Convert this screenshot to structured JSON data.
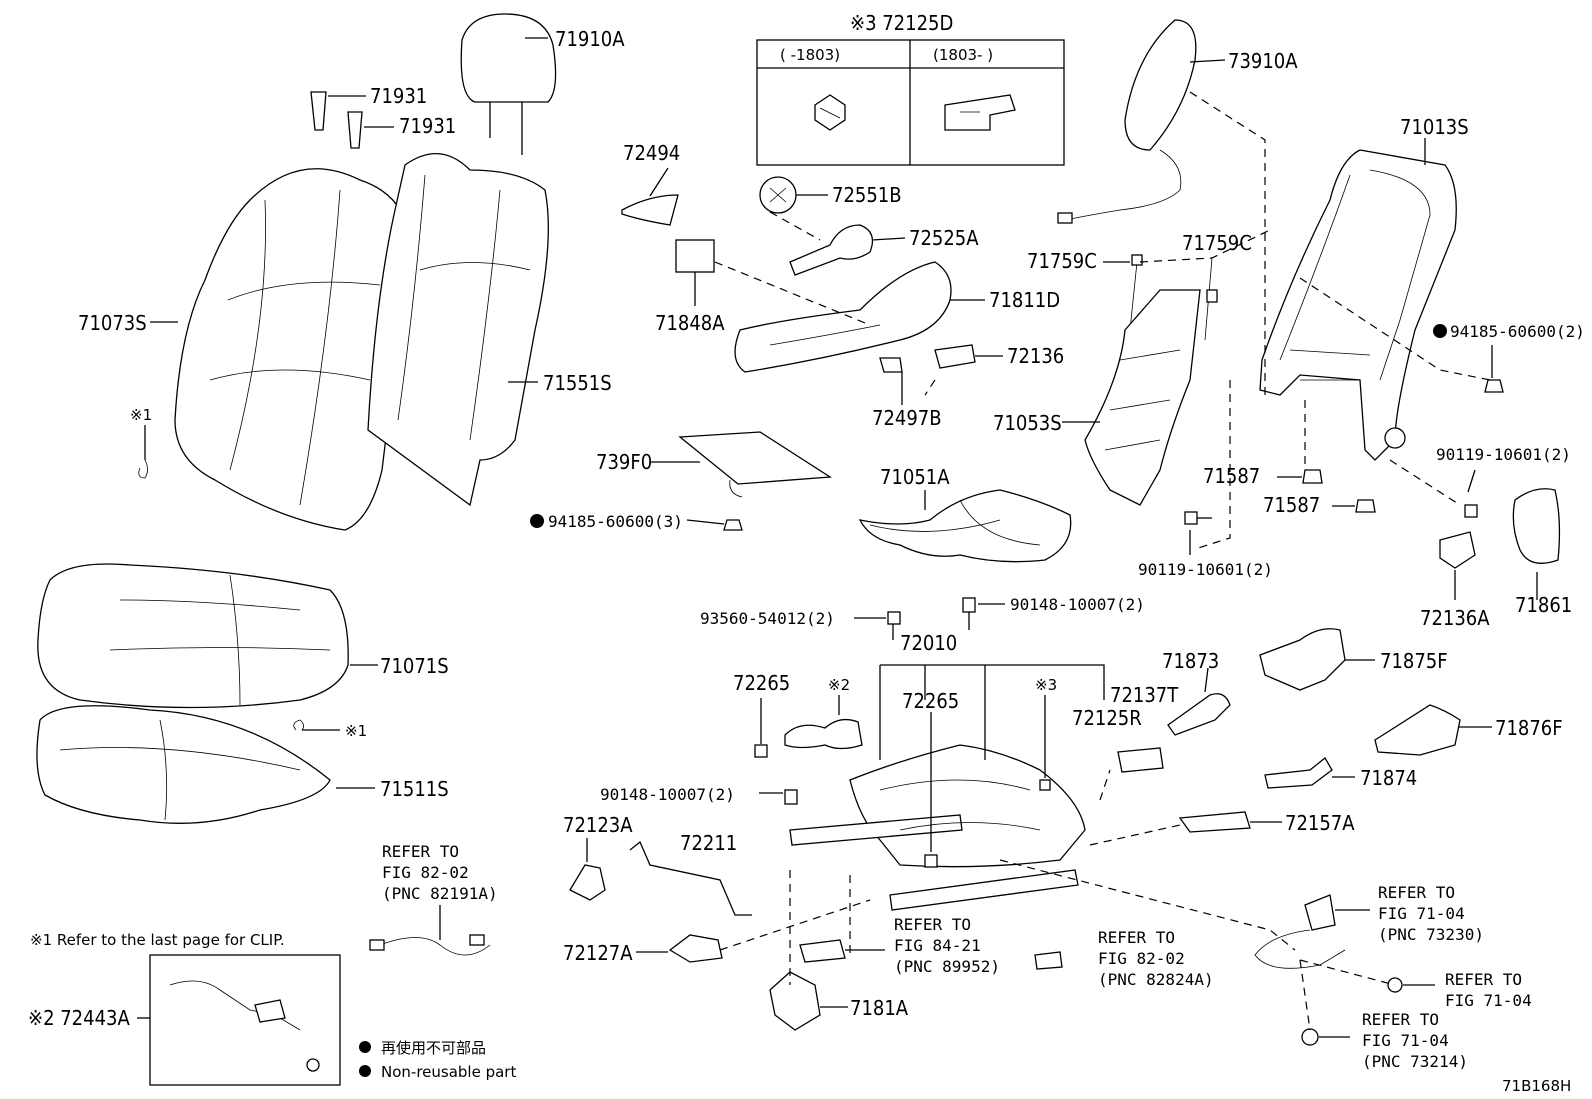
{
  "parts": {
    "p71910A": "71910A",
    "p71931a": "71931",
    "p71931b": "71931",
    "p71073S": "71073S",
    "p71551S": "71551S",
    "p71071S": "71071S",
    "p71511S": "71511S",
    "p72125D": "※3 72125D",
    "tbl_h1": "(    -1803)",
    "tbl_h2": "(1803-    )",
    "p72494": "72494",
    "p72551B": "72551B",
    "p72525A": "72525A",
    "p71848A": "71848A",
    "p71811D": "71811D",
    "p72136": "72136",
    "p72497B": "72497B",
    "p739F0": "739F0",
    "p94185_3": "94185-60600(3)",
    "p71051A": "71051A",
    "p73910A": "73910A",
    "p71013S": "71013S",
    "p71759C_a": "71759C",
    "p71759C_b": "71759C",
    "p94185_2": "94185-60600(2)",
    "p71053S": "71053S",
    "p71587a": "71587",
    "p71587b": "71587",
    "p90119_a": "90119-10601(2)",
    "p90119_b": "90119-10601(2)",
    "p72136A": "72136A",
    "p71861": "71861",
    "p93560": "93560-54012(2)",
    "p90148_a": "90148-10007(2)",
    "p90148_b": "90148-10007(2)",
    "p72010": "72010",
    "p72265a": "72265",
    "p72265b": "72265",
    "mark2": "※2",
    "mark3": "※3",
    "p72137T": "72137T",
    "p71873": "71873",
    "p72125R": "72125R",
    "p71875F": "71875F",
    "p71876F": "71876F",
    "p71874": "71874",
    "p72157A": "72157A",
    "p72123A": "72123A",
    "p72211": "72211",
    "p72127A": "72127A",
    "p7181A": "7181A",
    "p72443A": "※2 72443A",
    "mark1a": "※1",
    "mark1b": "※1"
  },
  "refs": {
    "r1_l1": "REFER TO",
    "r1_l2": "FIG 82-02",
    "r1_l3": "(PNC 82191A)",
    "r2_l1": "REFER TO",
    "r2_l2": "FIG 84-21",
    "r2_l3": "(PNC 89952)",
    "r3_l1": "REFER TO",
    "r3_l2": "FIG 82-02",
    "r3_l3": "(PNC 82824A)",
    "r4_l1": "REFER TO",
    "r4_l2": "FIG 71-04",
    "r4_l3": "(PNC 73230)",
    "r5_l1": "REFER TO",
    "r5_l2": "FIG 71-04",
    "r6_l1": "REFER TO",
    "r6_l2": "FIG 71-04",
    "r6_l3": "(PNC 73214)"
  },
  "notes": {
    "clip_note": "※1 Refer to the last page for CLIP.",
    "legend_jp": "再使用不可部品",
    "legend_en": "Non-reusable part",
    "diagram_id": "71B168H"
  }
}
